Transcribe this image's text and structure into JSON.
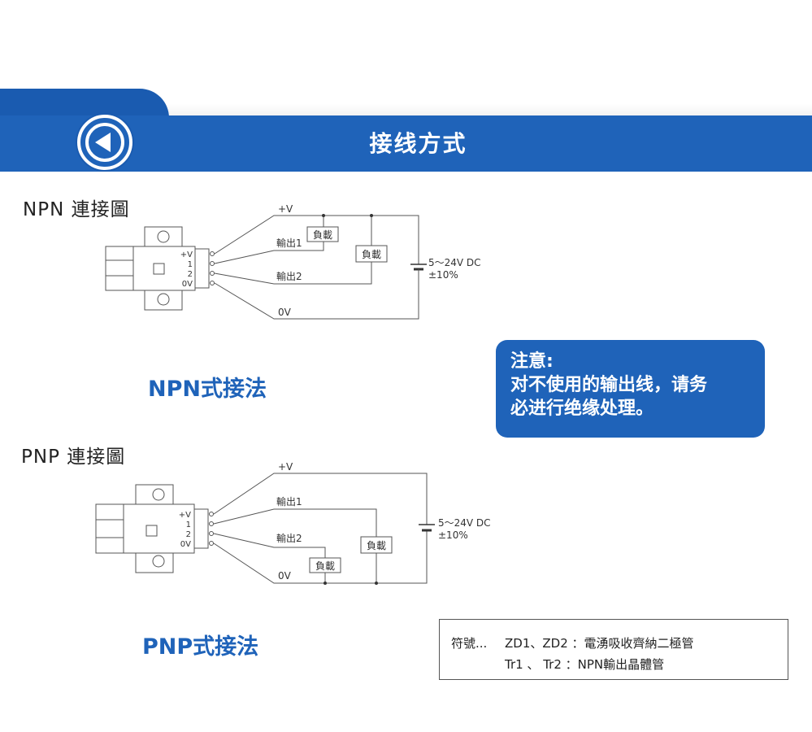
{
  "header": {
    "title": "接线方式",
    "back_icon": "back-arrow-icon"
  },
  "npn": {
    "heading": "NPN 連接圖",
    "method": "NPN式接法",
    "labels": {
      "plus_v": "+V",
      "out1": "輸出1",
      "out2": "輸出2",
      "zero_v": "0V",
      "load1": "負載",
      "load2": "負載",
      "supply": "5～24V DC",
      "tolerance": "±10%"
    },
    "pins": [
      "+V",
      "1",
      "2",
      "0V"
    ]
  },
  "pnp": {
    "heading": "PNP 連接圖",
    "method": "PNP式接法",
    "labels": {
      "plus_v": "+V",
      "out1": "輸出1",
      "out2": "輸出2",
      "zero_v": "0V",
      "load1": "負載",
      "load2": "負載",
      "supply": "5～24V DC",
      "tolerance": "±10%"
    },
    "pins": [
      "+V",
      "1",
      "2",
      "0V"
    ]
  },
  "note": {
    "line1": "注意:",
    "line2": "对不使用的输出线，请务",
    "line3": "必进行绝缘处理。"
  },
  "legend": {
    "label": "符號...",
    "row1": "ZD1、ZD2 ：電湧吸收齊納二極管",
    "row2": "Tr1 、 Tr2 ：NPN輸出晶體管"
  },
  "colors": {
    "brand_blue": "#1f63b9",
    "tab_blue": "#1a5bb0"
  }
}
